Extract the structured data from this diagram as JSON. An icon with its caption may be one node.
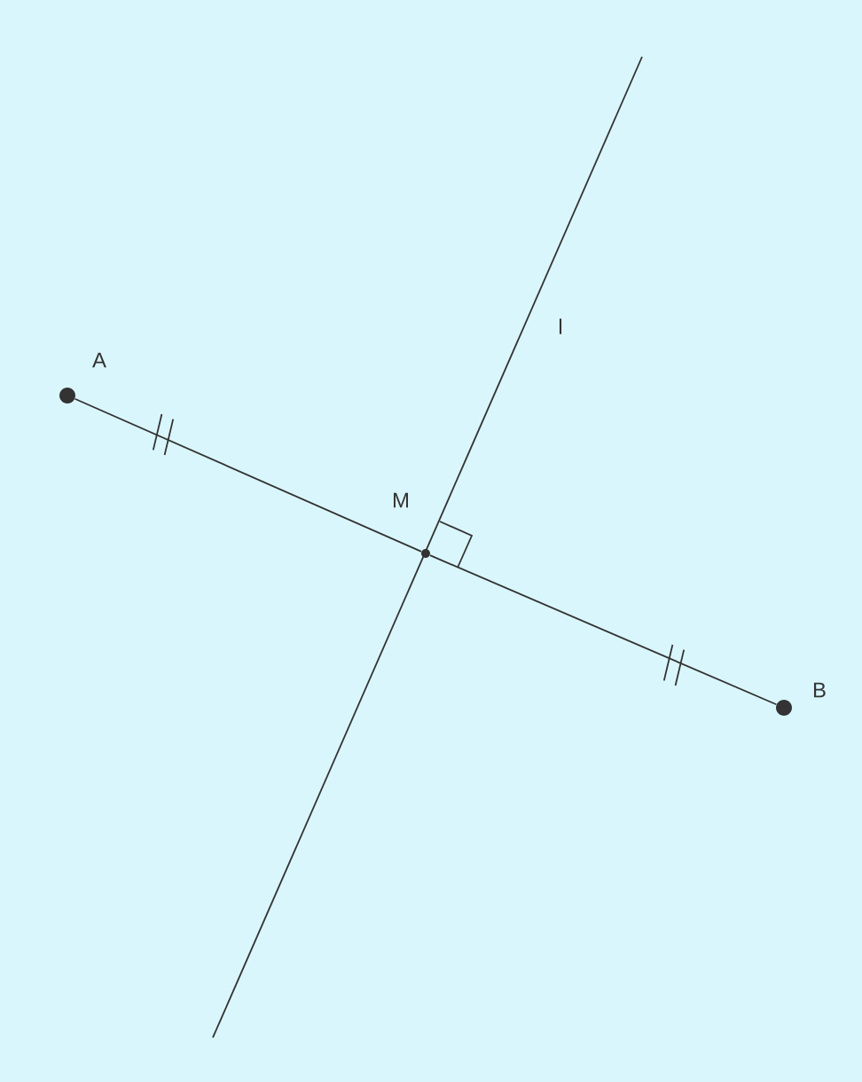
{
  "diagram": {
    "nodes": [
      {
        "text": [],
        "shape": "circle",
        "beside": [
          "A"
        ]
      },
      {
        "text": [],
        "shape": "circle",
        "beside": [
          "B"
        ]
      },
      {
        "text": [],
        "shape": "circle",
        "beside": [
          "M"
        ]
      }
    ],
    "edges": [
      {
        "from": 0,
        "to": 2,
        "arrow": "none"
      },
      {
        "from": 2,
        "to": 1,
        "arrow": "none"
      }
    ],
    "labels": [
      "l"
    ]
  }
}
